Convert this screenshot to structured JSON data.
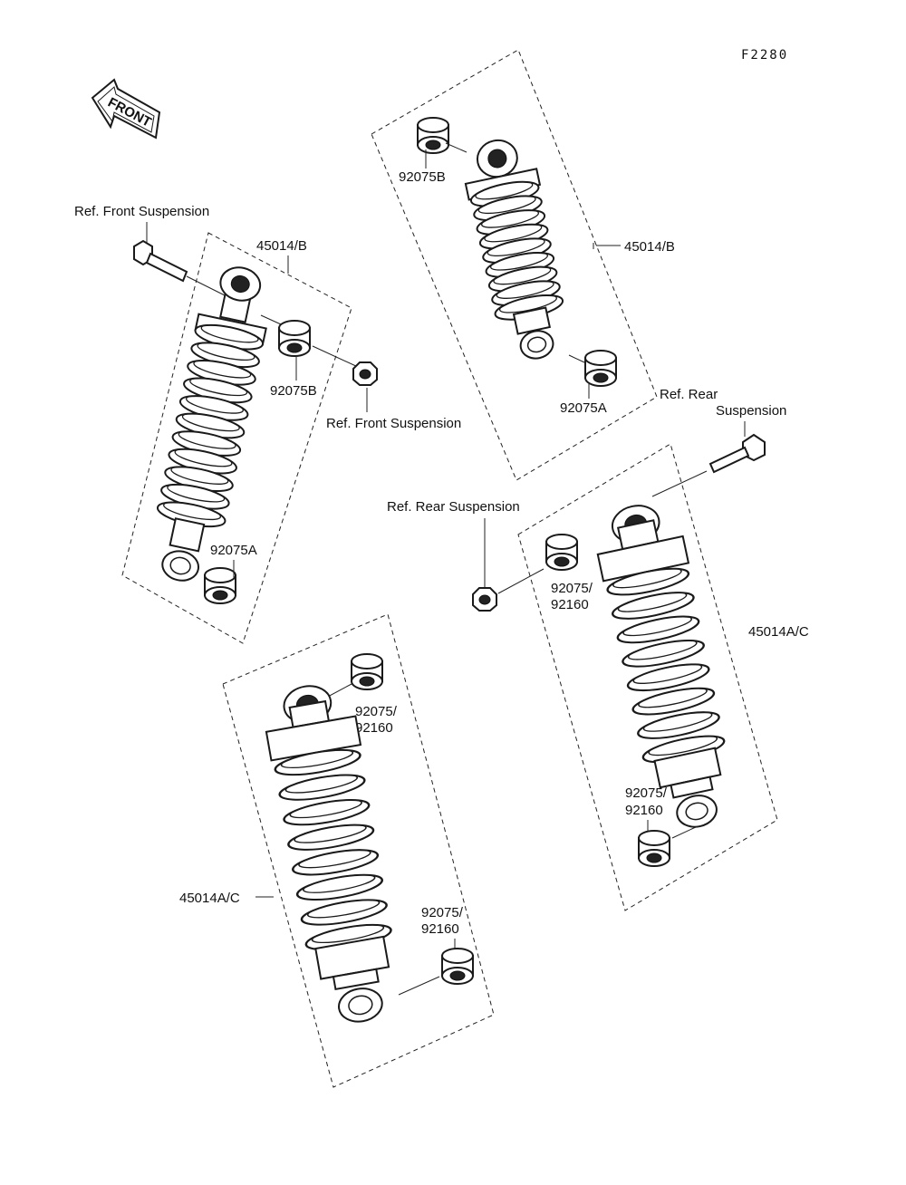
{
  "figure_code": "F2280",
  "front_arrow": {
    "text": "FRONT",
    "icon": "front-arrow-icon"
  },
  "labels": {
    "ref_front_suspension": "Ref. Front Suspension",
    "ref_rear_suspension": "Ref. Rear Suspension",
    "ref_rear_line1": "Ref. Rear",
    "ref_rear_line2": "Suspension",
    "shock_front_left": "45014/B",
    "shock_front_right": "45014/B",
    "shock_rear_left": "45014A/C",
    "shock_rear_right": "45014A/C",
    "bushing_b": "92075B",
    "bushing_a": "92075A",
    "bushing_92075": "92075/",
    "bushing_92160": "92160"
  },
  "colors": {
    "line": "#1a1a1a",
    "background": "#ffffff"
  }
}
